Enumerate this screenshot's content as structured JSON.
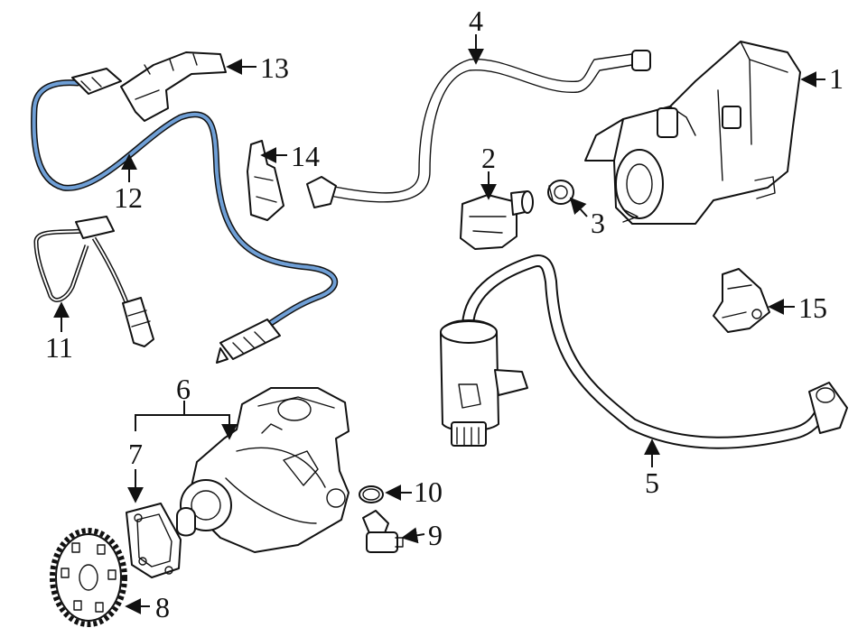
{
  "accent_color": "#6f9fd6",
  "callouts": {
    "c1": "1",
    "c2": "2",
    "c3": "3",
    "c4": "4",
    "c5": "5",
    "c6": "6",
    "c7": "7",
    "c8": "8",
    "c9": "9",
    "c10": "10",
    "c11": "11",
    "c12": "12",
    "c13": "13",
    "c14": "14",
    "c15": "15"
  }
}
